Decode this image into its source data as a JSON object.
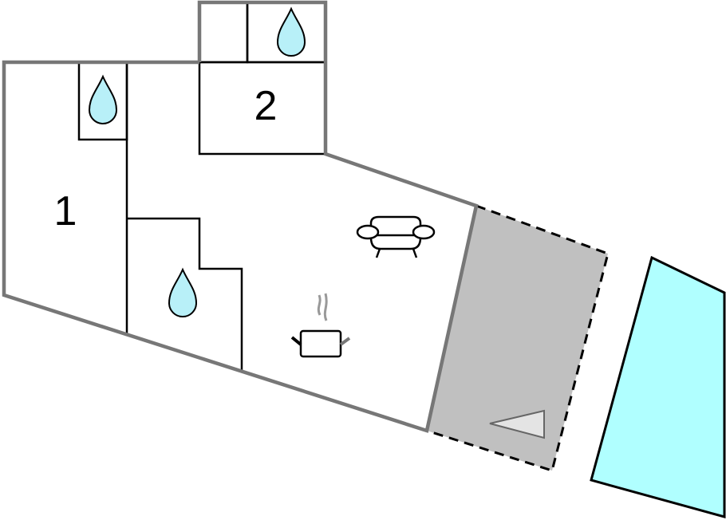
{
  "floorplan": {
    "rooms": [
      {
        "label": "1",
        "type": "bedroom"
      },
      {
        "label": "2",
        "type": "bedroom"
      }
    ],
    "icons": [
      "water-drop-icon",
      "sofa-icon",
      "cooking-pot-icon",
      "terrace-triangle-icon"
    ],
    "colors": {
      "wall": "#777777",
      "inner_line": "#000000",
      "terrace": "#c0c0c0",
      "pool": "#b0ffff",
      "drop": "#b8f0f8"
    }
  }
}
